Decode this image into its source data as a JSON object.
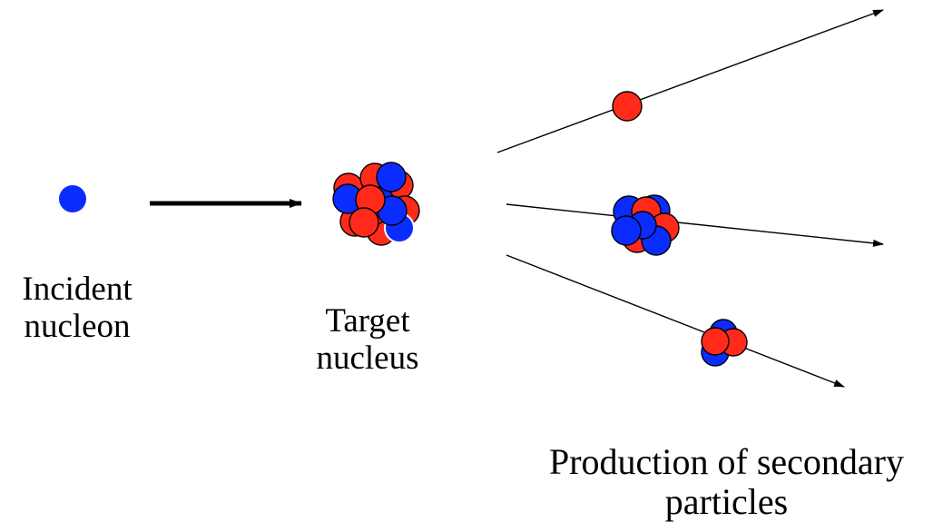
{
  "labels": {
    "incident": [
      "Incident",
      "nucleon"
    ],
    "target": [
      "Target",
      "nucleus"
    ],
    "production": [
      "Production of secondary",
      "particles"
    ]
  },
  "colors": {
    "proton": "#ff2a1a",
    "neutron": "#0b2cff",
    "outline": "#000000",
    "line": "#000000"
  },
  "icons": {
    "incident_nucleon": "blue-sphere",
    "incident_arrow": "thick-right-arrow",
    "target_nucleus": "nucleon-cluster",
    "secondary_single": "red-sphere",
    "secondary_large": "nucleon-cluster",
    "secondary_small": "nucleon-cluster",
    "trajectories": "thin-arrows"
  }
}
